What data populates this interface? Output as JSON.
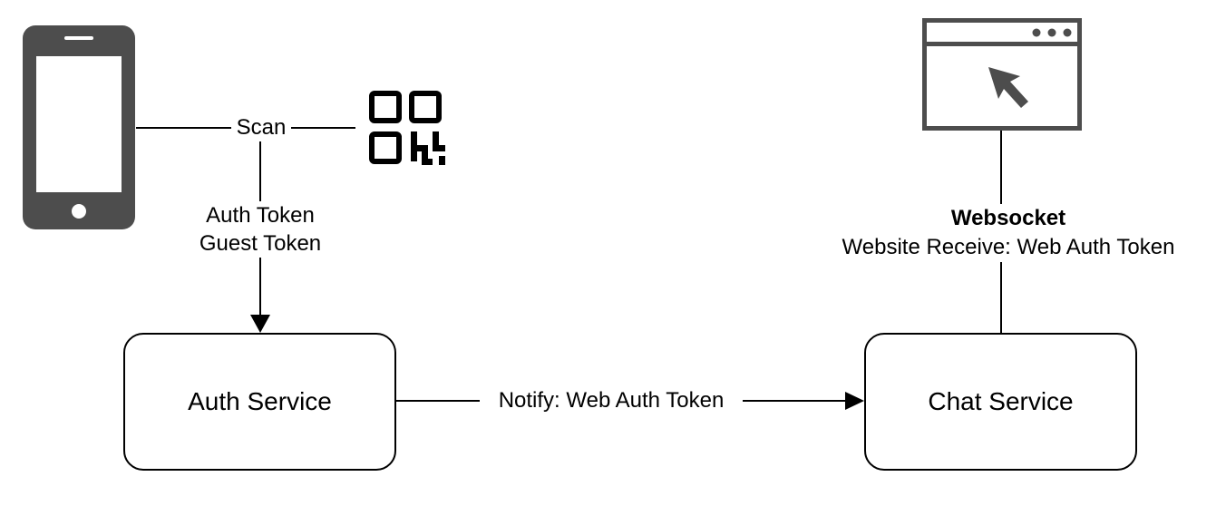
{
  "nodes": {
    "auth_service": "Auth Service",
    "chat_service": "Chat Service"
  },
  "edges": {
    "scan": "Scan",
    "tokens_line1": "Auth Token",
    "tokens_line2": "Guest Token",
    "notify": "Notify: Web Auth Token",
    "websocket_title": "Websocket",
    "websocket_detail": "Website Receive: Web Auth Token"
  },
  "icons": {
    "phone": "smartphone-icon",
    "qr": "qr-code-icon",
    "browser": "browser-window-icon"
  },
  "colors": {
    "icon_fill": "#4d4d4d",
    "line": "#000000",
    "qr": "#000000"
  }
}
